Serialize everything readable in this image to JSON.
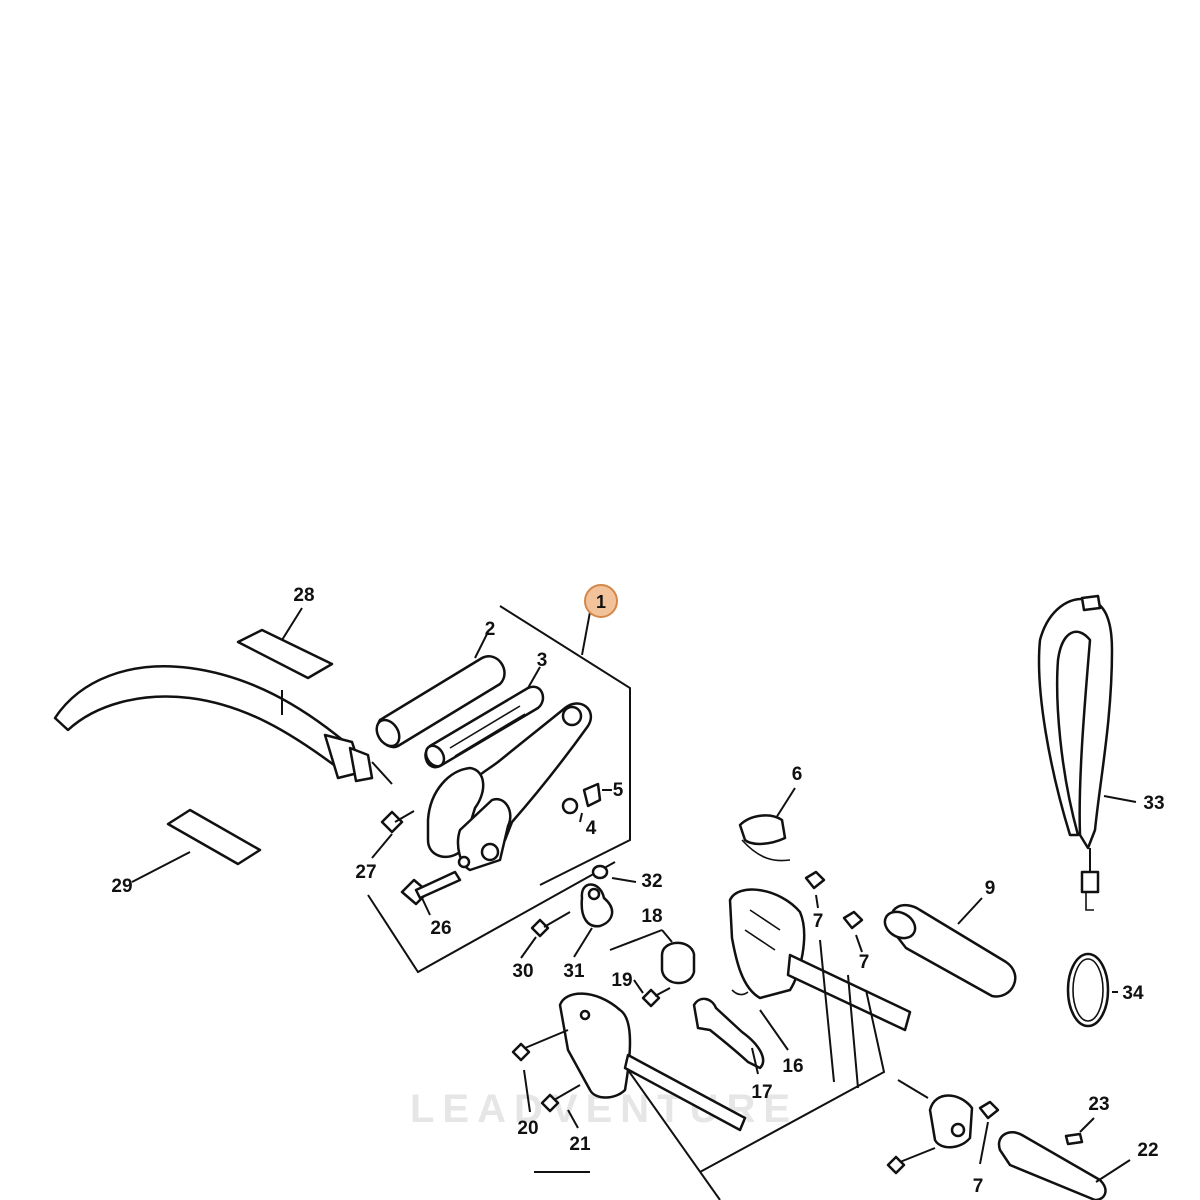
{
  "callouts": [
    {
      "id": "c1",
      "text": "1",
      "highlighted": true
    },
    {
      "id": "c2",
      "text": "2"
    },
    {
      "id": "c3",
      "text": "3"
    },
    {
      "id": "c4",
      "text": "4"
    },
    {
      "id": "c5",
      "text": "5"
    },
    {
      "id": "c6",
      "text": "6"
    },
    {
      "id": "c7a",
      "text": "7"
    },
    {
      "id": "c7b",
      "text": "7"
    },
    {
      "id": "c7c",
      "text": "7"
    },
    {
      "id": "c9",
      "text": "9"
    },
    {
      "id": "c16",
      "text": "16"
    },
    {
      "id": "c17",
      "text": "17"
    },
    {
      "id": "c18",
      "text": "18"
    },
    {
      "id": "c19",
      "text": "19"
    },
    {
      "id": "c20",
      "text": "20"
    },
    {
      "id": "c21",
      "text": "21"
    },
    {
      "id": "c22",
      "text": "22"
    },
    {
      "id": "c23",
      "text": "23"
    },
    {
      "id": "c26",
      "text": "26"
    },
    {
      "id": "c27",
      "text": "27"
    },
    {
      "id": "c28",
      "text": "28"
    },
    {
      "id": "c29",
      "text": "29"
    },
    {
      "id": "c30",
      "text": "30"
    },
    {
      "id": "c31",
      "text": "31"
    },
    {
      "id": "c32",
      "text": "32"
    },
    {
      "id": "c33",
      "text": "33"
    },
    {
      "id": "c34",
      "text": "34"
    }
  ],
  "watermark": "LEADVENTURE",
  "colors": {
    "highlight_fill": "#f2c39a",
    "highlight_stroke": "#d4874a",
    "ink": "#111111",
    "watermark": "#e6e6e6"
  }
}
